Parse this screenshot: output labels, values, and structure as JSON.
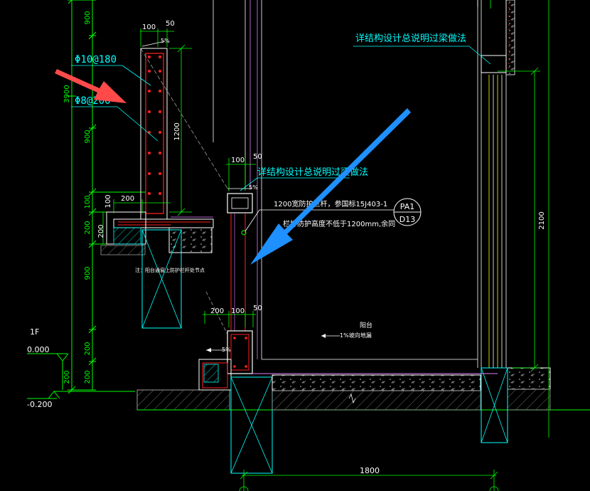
{
  "colors": {
    "background": "#000000",
    "cyan": "#00ffff",
    "green": "#00ff00",
    "white": "#ffffff",
    "red": "#ff2020",
    "magenta": "#b565c8",
    "yellow": "#ffff00",
    "gray": "#9a9a9a",
    "red_arrow": "#ff4a4a",
    "blue_arrow": "#1e90ff"
  },
  "annotations": {
    "structural_note_top": "详结构设计总说明过梁做法",
    "structural_note_mid": "详结构设计总说明过梁做法",
    "railing_note_1": "1200宽防护栏杆，参国标15J403-1",
    "railing_note_2": "栏杆防护高度不低于1200mm,余同",
    "detail_note": "注：阳台通窗上防护栏杆处节点",
    "balcony_label": "阳台",
    "slope_note": "1%坡向地漏",
    "slope_1": "5%",
    "slope_2": "5%",
    "slope_3": "5%"
  },
  "rebar": {
    "main": "Φ10@180",
    "distribution": "Φ8@200"
  },
  "dimensions": {
    "left_1": "900",
    "left_total": "3900",
    "left_2": "900",
    "left_3": "100",
    "left_4": "200",
    "left_5": "900",
    "left_6": "200",
    "left_7": "200",
    "left_8": "200",
    "top_100": "100",
    "top_50": "50",
    "parapet_height": "1200",
    "ledge_200": "200",
    "ledge_100": "100",
    "ledge_200b": "200",
    "beam_100": "100",
    "beam_50": "50",
    "sill_200": "200",
    "sill_100": "100",
    "sill_50": "50",
    "right_2100": "2100",
    "bottom_1800": "1800"
  },
  "levels": {
    "floor_name": "1F",
    "level_1": "0.000",
    "level_2": "-0.200"
  },
  "detail_tag": {
    "top": "PA1",
    "bottom": "D13"
  }
}
